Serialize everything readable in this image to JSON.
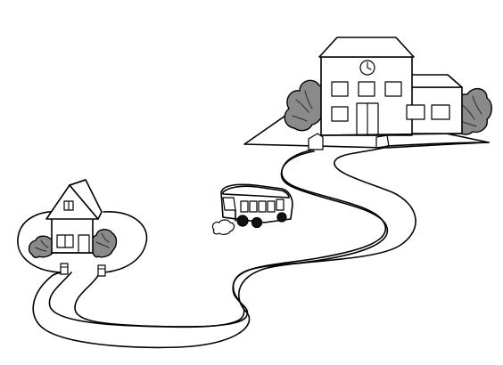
{
  "scene": {
    "elements": [
      "school-building",
      "house",
      "school-bus",
      "winding-road",
      "school-clock"
    ],
    "colors": {
      "ink": "#000000",
      "paper": "#ffffff",
      "foliage": "#8a8a8a"
    },
    "icons": [
      "clock-icon",
      "tree-icon",
      "mailbox-icon",
      "bus-icon"
    ]
  }
}
